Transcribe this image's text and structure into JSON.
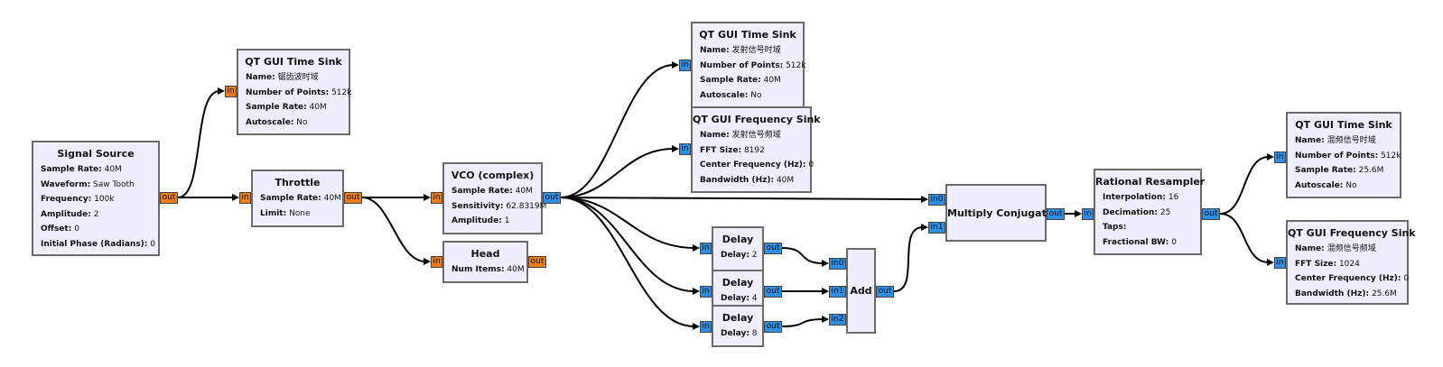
{
  "blocks": {
    "signal_source": {
      "title": "Signal Source",
      "params": [
        {
          "k": "Sample Rate:",
          "v": "40M"
        },
        {
          "k": "Waveform:",
          "v": "Saw Tooth"
        },
        {
          "k": "Frequency:",
          "v": "100k"
        },
        {
          "k": "Amplitude:",
          "v": "2"
        },
        {
          "k": "Offset:",
          "v": "0"
        },
        {
          "k": "Initial Phase (Radians):",
          "v": "0"
        }
      ]
    },
    "time_sink_1": {
      "title": "QT GUI Time Sink",
      "params": [
        {
          "k": "Name:",
          "v": "锯齿波时域"
        },
        {
          "k": "Number of Points:",
          "v": "512k"
        },
        {
          "k": "Sample Rate:",
          "v": "40M"
        },
        {
          "k": "Autoscale:",
          "v": "No"
        }
      ]
    },
    "throttle": {
      "title": "Throttle",
      "params": [
        {
          "k": "Sample Rate:",
          "v": "40M"
        },
        {
          "k": "Limit:",
          "v": "None"
        }
      ]
    },
    "vco": {
      "title": "VCO (complex)",
      "params": [
        {
          "k": "Sample Rate:",
          "v": "40M"
        },
        {
          "k": "Sensitivity:",
          "v": "62.8319M"
        },
        {
          "k": "Amplitude:",
          "v": "1"
        }
      ]
    },
    "head": {
      "title": "Head",
      "params": [
        {
          "k": "Num Items:",
          "v": "40M"
        }
      ]
    },
    "time_sink_2": {
      "title": "QT GUI Time Sink",
      "params": [
        {
          "k": "Name:",
          "v": "发射信号时域"
        },
        {
          "k": "Number of Points:",
          "v": "512k"
        },
        {
          "k": "Sample Rate:",
          "v": "40M"
        },
        {
          "k": "Autoscale:",
          "v": "No"
        }
      ]
    },
    "freq_sink_1": {
      "title": "QT GUI Frequency Sink",
      "params": [
        {
          "k": "Name:",
          "v": "发射信号频域"
        },
        {
          "k": "FFT Size:",
          "v": "8192"
        },
        {
          "k": "Center Frequency (Hz):",
          "v": "0"
        },
        {
          "k": "Bandwidth (Hz):",
          "v": "40M"
        }
      ]
    },
    "delay_1": {
      "title": "Delay",
      "params": [
        {
          "k": "Delay:",
          "v": "2"
        }
      ]
    },
    "delay_2": {
      "title": "Delay",
      "params": [
        {
          "k": "Delay:",
          "v": "4"
        }
      ]
    },
    "delay_3": {
      "title": "Delay",
      "params": [
        {
          "k": "Delay:",
          "v": "8"
        }
      ]
    },
    "add": {
      "title": "Add",
      "params": []
    },
    "multiply_conjugate": {
      "title": "Multiply Conjugate",
      "params": []
    },
    "rational_resampler": {
      "title": "Rational Resampler",
      "params": [
        {
          "k": "Interpolation:",
          "v": "16"
        },
        {
          "k": "Decimation:",
          "v": "25"
        },
        {
          "k": "Taps:",
          "v": ""
        },
        {
          "k": "Fractional BW:",
          "v": "0"
        }
      ]
    },
    "time_sink_3": {
      "title": "QT GUI Time Sink",
      "params": [
        {
          "k": "Name:",
          "v": "混频信号时域"
        },
        {
          "k": "Number of Points:",
          "v": "512k"
        },
        {
          "k": "Sample Rate:",
          "v": "25.6M"
        },
        {
          "k": "Autoscale:",
          "v": "No"
        }
      ]
    },
    "freq_sink_2": {
      "title": "QT GUI Frequency Sink",
      "params": [
        {
          "k": "Name:",
          "v": "混频信号频域"
        },
        {
          "k": "FFT Size:",
          "v": "1024"
        },
        {
          "k": "Center Frequency (Hz):",
          "v": "0"
        },
        {
          "k": "Bandwidth (Hz):",
          "v": "25.6M"
        }
      ]
    }
  },
  "ports": {
    "in": "in",
    "out": "out",
    "in0": "in0",
    "in1": "in1",
    "in2": "in2"
  },
  "colors": {
    "float_port": "#e97d1e",
    "complex_port": "#2f8ee3",
    "block_fill": "#efeefc"
  }
}
